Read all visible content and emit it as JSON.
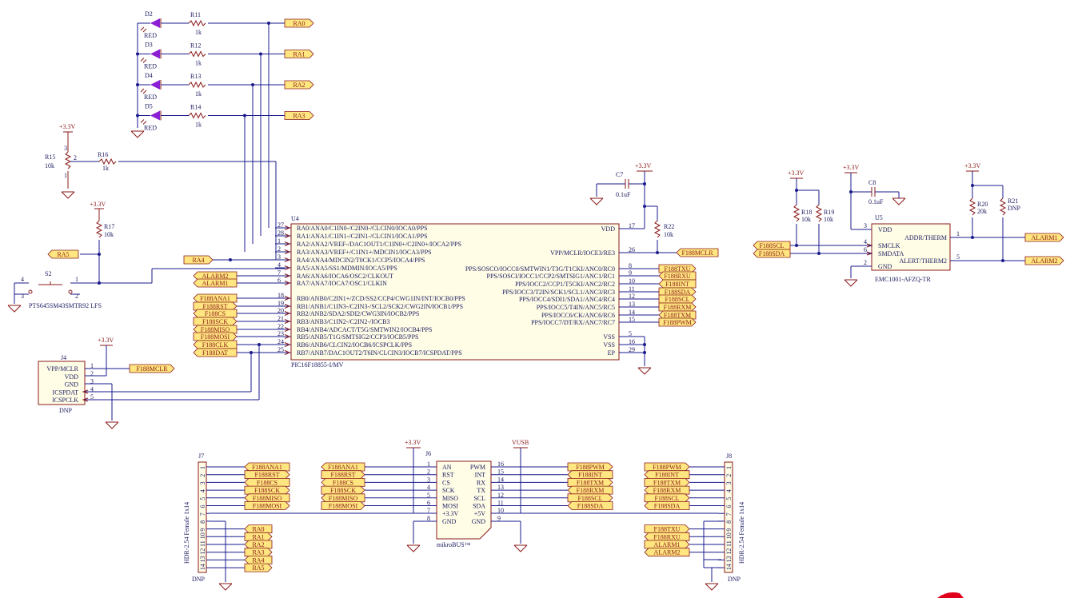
{
  "leds": [
    {
      "ref": "D2",
      "color": "RED",
      "res": "R11",
      "val": "1k",
      "net": "RA0"
    },
    {
      "ref": "D3",
      "color": "RED",
      "res": "R12",
      "val": "1k",
      "net": "RA1"
    },
    {
      "ref": "D4",
      "color": "RED",
      "res": "R13",
      "val": "1k",
      "net": "RA2"
    },
    {
      "ref": "D5",
      "color": "RED",
      "res": "R14",
      "val": "1k",
      "net": "RA3"
    }
  ],
  "pot": {
    "rail": "+3.3V",
    "ref": "R15",
    "val": "10k",
    "pin1": "1",
    "pin2": "2",
    "pin3": "3",
    "series_ref": "R16",
    "series_val": "1k"
  },
  "switch": {
    "rail": "+3.3V",
    "pullup_ref": "R17",
    "pullup_val": "10k",
    "ref": "S2",
    "part": "PTS645SM43SMTR92 LFS",
    "pins": [
      "4",
      "3",
      "1",
      "2"
    ],
    "net": "RA5"
  },
  "mcu": {
    "ref": "U4",
    "part": "PIC16F18855-I/MV",
    "left_pins": [
      {
        "num": "27",
        "name": "RA0/ANA0/C1IN0-/C2IN0-/CLCIN0/IOCA0/PPS"
      },
      {
        "num": "28",
        "name": "RA1/ANA1/C1IN1-/C2IN1-/CLCIN1/IOCA1/PPS"
      },
      {
        "num": "1",
        "name": "RA2/ANA2/VREF-/DAC1OUT1/C1IN0+/C2IN0+/IOCA2/PPS"
      },
      {
        "num": "2",
        "name": "RA3/ANA3/VREF+/C1IN1+/MDCIN1/IOCA3/PPS"
      },
      {
        "num": "3",
        "name": "RA4/ANA4/MDCIN2/T0CK1/CCP5/IOCA4/PPS"
      },
      {
        "num": "4",
        "name": "RA5/ANA5/SS1/MDMIN/IOCA5/PPS"
      },
      {
        "num": "7",
        "name": "RA6/ANA6/IOCA6/OSC2/CLKOUT"
      },
      {
        "num": "6",
        "name": "RA7/ANA7/IOCA7/OSC1/CLKIN"
      },
      {
        "num": "18",
        "name": "RB0/ANB0/C2IN1+/ZCD/SS2/CCP4/CWG1IN/INT/IOCB0/PPS"
      },
      {
        "num": "19",
        "name": "RB1/ANB1/C1IN3-/C2IN3-/SCL2/SCK2/CWG2IN/IOCB1/PPS"
      },
      {
        "num": "20",
        "name": "RB2/ANB2/SDA2/SDI2/CWG3IN/IOCB2/PPS"
      },
      {
        "num": "21",
        "name": "RB3/ANB3/C1IN2-/C2IN2-/IOCB3"
      },
      {
        "num": "22",
        "name": "RB4/ANB4/ADCACT/T5G/SMTWIN2/IOCB4/PPS"
      },
      {
        "num": "23",
        "name": "RB5/ANB5/T1G/SMTSIG2/CCP3/IOCB5/PPS"
      },
      {
        "num": "24",
        "name": "RB6/ANB6/CLCIN2/IOCB6/ICSPCLK/PPS"
      },
      {
        "num": "25",
        "name": "RB7/ANB7/DAC1OUT2/T6IN/CLCIN3/IOCB7/ICSPDAT/PPS"
      }
    ],
    "right_pins": [
      {
        "num": "17",
        "name": "VDD"
      },
      {
        "num": "26",
        "name": "VPP/MCLR/IOCE3/RE3"
      },
      {
        "num": "8",
        "name": "PPS/SOSCO/IOCC0/SMTWIN1/T3G/T1CKI/ANC0/RC0"
      },
      {
        "num": "9",
        "name": "PPS/SOSCI/IOCC1/CCP2/SMTSIG1/ANC1/RC1"
      },
      {
        "num": "10",
        "name": "PPS/IOCC2/CCP1/T5CKI/ANC2/RC2"
      },
      {
        "num": "11",
        "name": "PPS/IOCC3/T2IN/SCK1/SCL1/ANC3/RC3"
      },
      {
        "num": "12",
        "name": "PPS/IOCC4/SDI1/SDA1/ANC4/RC4"
      },
      {
        "num": "13",
        "name": "PPS/IOCC5/T4IN/ANC5/RC5"
      },
      {
        "num": "14",
        "name": "PPS/IOCC6/CK/ANC6/RC6"
      },
      {
        "num": "15",
        "name": "PPS/IOCC7/DT/RX/ANC7/RC7"
      },
      {
        "num": "5",
        "name": "VSS"
      },
      {
        "num": "16",
        "name": "VSS"
      },
      {
        "num": "29",
        "name": "EP"
      }
    ],
    "left_nets": [
      "RA4",
      "ALARM2",
      "ALARM1",
      "F188ANA1",
      "F188RST",
      "F188CS",
      "F188SCK",
      "F188MISO",
      "F188MOSI",
      "F188CLK",
      "F188DAT"
    ],
    "right_nets": [
      "F188MCLR",
      "F188TXU",
      "F188RXU",
      "F188INT",
      "F188SDA",
      "F188SCL",
      "F188RXM",
      "F188TXM",
      "F188PWM"
    ]
  },
  "decoup": {
    "rail": "+3.3V",
    "c7_ref": "C7",
    "c7_val": "0.1uF",
    "r22_ref": "R22",
    "r22_val": "10k"
  },
  "icsp": {
    "ref": "J4",
    "dnp": "DNP",
    "rail": "+3.3V",
    "pins": [
      {
        "name": "VPP/MCLR",
        "num": "1"
      },
      {
        "name": "VDD",
        "num": "2"
      },
      {
        "name": "GND",
        "num": "3"
      },
      {
        "name": "ICSPDAT",
        "num": "4"
      },
      {
        "name": "ICSPCLK",
        "num": "5"
      }
    ],
    "net": "F188MCLR"
  },
  "sensor": {
    "ref": "U5",
    "part": "EMC1001-AFZQ-TR",
    "rail": "+3.3V",
    "r18": "R18",
    "r18_val": "10k",
    "r19": "R19",
    "r19_val": "10k",
    "c8": "C8",
    "c8_val": "0.1uF",
    "r20": "R20",
    "r20_val": "20k",
    "r21": "R21",
    "r21_val": "DNP",
    "left_pins": [
      {
        "num": "3",
        "name": "VDD"
      },
      {
        "num": "4",
        "name": "SMCLK"
      },
      {
        "num": "6",
        "name": "SMDATA"
      },
      {
        "num": "2",
        "name": "GND"
      }
    ],
    "right_pins": [
      {
        "num": "1",
        "name": "ADDR/THERM"
      },
      {
        "num": "5",
        "name": "ALERT/THERM2"
      }
    ],
    "in_nets": [
      "F188SCL",
      "F188SDA"
    ],
    "out_nets": [
      "ALARM1",
      "ALARM2"
    ]
  },
  "mikrobus": {
    "ref": "J6",
    "name": "mikroBUS™",
    "rail_left": "+3.3V",
    "rail_right": "VUSB",
    "left": [
      {
        "num": "1",
        "name": "AN",
        "net": "F188ANA1"
      },
      {
        "num": "2",
        "name": "RST",
        "net": "F188RST"
      },
      {
        "num": "3",
        "name": "CS",
        "net": "F188CS"
      },
      {
        "num": "4",
        "name": "SCK",
        "net": "F188SCK"
      },
      {
        "num": "5",
        "name": "MISO",
        "net": "F188MISO"
      },
      {
        "num": "6",
        "name": "MOSI",
        "net": "F188MOSI"
      },
      {
        "num": "7",
        "name": "+3.3V",
        "net": ""
      },
      {
        "num": "8",
        "name": "GND",
        "net": ""
      }
    ],
    "right": [
      {
        "num": "16",
        "name": "PWM",
        "net": "F188PWM"
      },
      {
        "num": "15",
        "name": "INT",
        "net": "F188INT"
      },
      {
        "num": "14",
        "name": "RX",
        "net": "F188TXM"
      },
      {
        "num": "13",
        "name": "TX",
        "net": "F188RXM"
      },
      {
        "num": "12",
        "name": "SCL",
        "net": "F188SCL"
      },
      {
        "num": "11",
        "name": "SDA",
        "net": "F188SDA"
      },
      {
        "num": "10",
        "name": "+5V",
        "net": ""
      },
      {
        "num": "9",
        "name": "GND",
        "net": ""
      }
    ]
  },
  "j7": {
    "ref": "J7",
    "desc": "HDR-2.54 Female 1x14",
    "dnp": "DNP",
    "nets": [
      "F188ANA1",
      "F188RST",
      "F188CS",
      "F188SCK",
      "F188MISO",
      "F188MOSI",
      "",
      "",
      "RA0",
      "RA1",
      "RA2",
      "RA3",
      "RA4",
      "RA5"
    ],
    "nums": [
      "1",
      "2",
      "3",
      "4",
      "5",
      "6",
      "7",
      "8",
      "9",
      "10",
      "11",
      "12",
      "13",
      "14"
    ]
  },
  "j8": {
    "ref": "J8",
    "desc": "HDR-2.54 Female 1x14",
    "dnp": "DNP",
    "nets": [
      "F188PWM",
      "F188INT",
      "F188TXM",
      "F188RXM",
      "F188SCL",
      "F188SDA",
      "",
      "",
      "F188TXU",
      "F188RXU",
      "ALARM1",
      "ALARM2",
      "",
      ""
    ],
    "nums": [
      "1",
      "2",
      "3",
      "4",
      "5",
      "6",
      "7",
      "8",
      "9",
      "10",
      "11",
      "12",
      "13",
      "14"
    ]
  },
  "colors": {
    "wire": "#1a1a8c",
    "part": "#8b1a1a",
    "flag": "#ffe680",
    "led": "#8a1fd4",
    "logo": "#e0001b"
  }
}
